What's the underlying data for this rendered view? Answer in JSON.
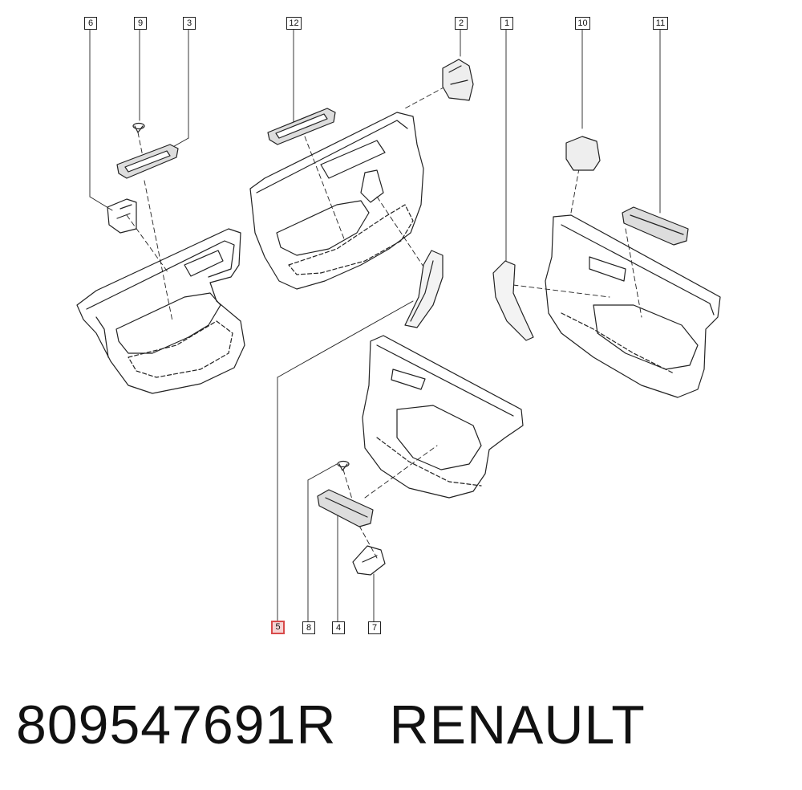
{
  "callouts": {
    "c6": "6",
    "c9": "9",
    "c3": "3",
    "c12": "12",
    "c2": "2",
    "c1": "1",
    "c10": "10",
    "c11": "11",
    "c5": "5",
    "c8": "8",
    "c4": "4",
    "c7": "7"
  },
  "highlighted_callout": "5",
  "caption": {
    "part_number": "809547691R",
    "brand": "RENAULT"
  },
  "colors": {
    "line": "#222222",
    "highlight_border": "#d84a4a",
    "highlight_fill": "#f6d3d3"
  }
}
